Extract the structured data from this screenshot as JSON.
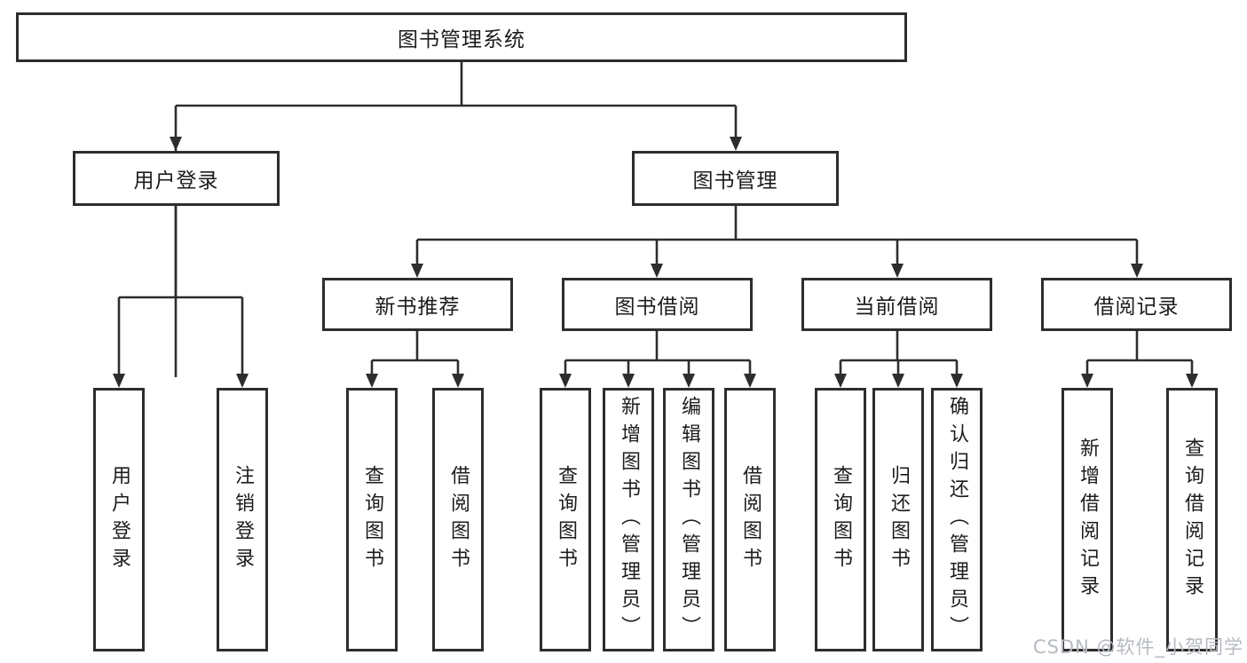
{
  "diagram": {
    "root": {
      "label": "图书管理系统"
    },
    "level2": [
      {
        "label": "用户登录"
      },
      {
        "label": "图书管理"
      }
    ],
    "level3": [
      {
        "label": "新书推荐"
      },
      {
        "label": "图书借阅"
      },
      {
        "label": "当前借阅"
      },
      {
        "label": "借阅记录"
      }
    ],
    "leaves": {
      "user_login": [
        "用户登录",
        "注销登录"
      ],
      "new_book_recommend": [
        "查询图书",
        "借阅图书"
      ],
      "book_borrow": [
        "查询图书",
        "新增图书（管理员）",
        "编辑图书（管理员）",
        "借阅图书"
      ],
      "current_borrow": [
        "查询图书",
        "归还图书",
        "确认归还（管理员）"
      ],
      "borrow_record": [
        "新增借阅记录",
        "查询借阅记录"
      ]
    },
    "watermark": "CSDN @软件_小贺同学",
    "colors": {
      "line": "#2d2d2d",
      "text": "#1c1c1c",
      "watermark": "#b6bac1",
      "background": "#ffffff"
    }
  }
}
